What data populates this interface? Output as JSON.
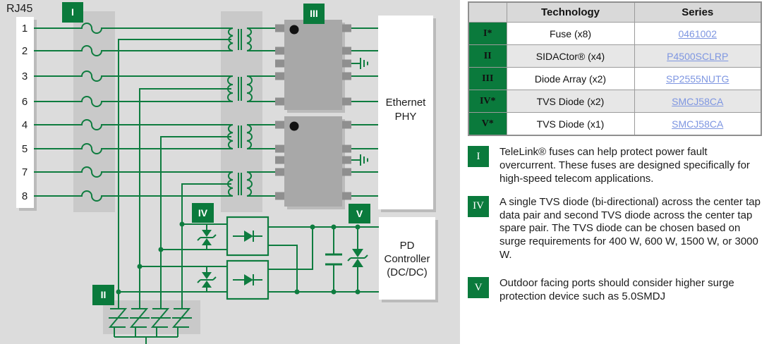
{
  "colors": {
    "accent_green": "#0a7a3c",
    "wire_green": "#0e7c3f",
    "link_blue": "#7e96e1",
    "panel_gray": "#dcdcdc",
    "band_gray": "#c9c9c9"
  },
  "circuit": {
    "rj45_label": "RJ45",
    "pins": [
      "1",
      "2",
      "3",
      "6",
      "4",
      "5",
      "7",
      "8"
    ],
    "badges": {
      "i": "I",
      "ii": "II",
      "iii": "III",
      "iv": "IV",
      "v": "V"
    },
    "blocks": {
      "phy_line1": "Ethernet",
      "phy_line2": "PHY",
      "pd_line1": "PD",
      "pd_line2": "Controller",
      "pd_line3": "(DC/DC)"
    }
  },
  "table": {
    "headers": {
      "corner": "",
      "technology": "Technology",
      "series": "Series"
    },
    "rows": [
      {
        "numeral": "I*",
        "technology": "Fuse (x8)",
        "series": "0461002"
      },
      {
        "numeral": "II",
        "technology": "SIDACtor® (x4)",
        "series": "P4500SCLRP"
      },
      {
        "numeral": "III",
        "technology": "Diode Array (x2)",
        "series": "SP2555NUTG"
      },
      {
        "numeral": "IV*",
        "technology": "TVS Diode (x2)",
        "series": "SMCJ58CA"
      },
      {
        "numeral": "V*",
        "technology": "TVS Diode (x1)",
        "series": "SMCJ58CA"
      }
    ]
  },
  "notes": [
    {
      "numeral": "I",
      "text": "TeleLink® fuses can help protect power fault overcurrent. These fuses are designed specifically for high-speed telecom applications."
    },
    {
      "numeral": "IV",
      "text": "A single TVS diode (bi-directional) across the center tap data pair and second TVS diode across the center tap spare pair. The TVS diode can be chosen based on surge requirements for 400 W, 600 W, 1500 W, or 3000 W."
    },
    {
      "numeral": "V",
      "text": "Outdoor facing ports should consider higher surge protection device such as 5.0SMDJ"
    }
  ]
}
